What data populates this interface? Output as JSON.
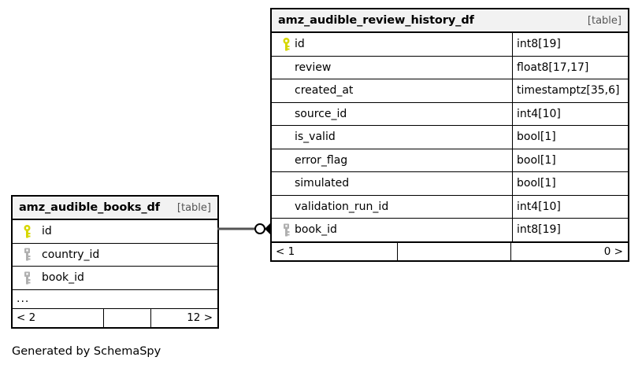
{
  "diagram": {
    "caption": "Generated by SchemaSpy",
    "table_tag": "[table]"
  },
  "tables": [
    {
      "id": "amz_audible_review_history_df",
      "name": "amz_audible_review_history_df",
      "tag": "[table]",
      "columns": [
        {
          "key": "primary",
          "name": "id",
          "type": "int8[19]"
        },
        {
          "key": "none",
          "name": "review",
          "type": "float8[17,17]"
        },
        {
          "key": "none",
          "name": "created_at",
          "type": "timestamptz[35,6]"
        },
        {
          "key": "none",
          "name": "source_id",
          "type": "int4[10]"
        },
        {
          "key": "none",
          "name": "is_valid",
          "type": "bool[1]"
        },
        {
          "key": "none",
          "name": "error_flag",
          "type": "bool[1]"
        },
        {
          "key": "none",
          "name": "simulated",
          "type": "bool[1]"
        },
        {
          "key": "none",
          "name": "validation_run_id",
          "type": "int4[10]"
        },
        {
          "key": "foreign",
          "name": "book_id",
          "type": "int8[19]"
        }
      ],
      "footer": {
        "left": "< 1",
        "middle": "",
        "right": "0 >"
      }
    },
    {
      "id": "amz_audible_books_df",
      "name": "amz_audible_books_df",
      "tag": "[table]",
      "columns": [
        {
          "key": "primary",
          "name": "id",
          "type": ""
        },
        {
          "key": "foreign",
          "name": "country_id",
          "type": ""
        },
        {
          "key": "foreign",
          "name": "book_id",
          "type": ""
        }
      ],
      "more_indicator": "...",
      "footer": {
        "left": "< 2",
        "middle": "",
        "right": "12 >"
      }
    }
  ],
  "relationship": {
    "from_table": "amz_audible_books_df",
    "from_column": "id",
    "to_table": "amz_audible_review_history_df",
    "to_column": "book_id",
    "from_cardinality": "one",
    "to_cardinality": "zero-or-many"
  },
  "colors": {
    "primary_key": "#d7d700",
    "foreign_key": "#b0b0b0",
    "header_background": "#f2f2f2",
    "border": "#000000",
    "connector": "#555555",
    "page_background": "#ffffff"
  }
}
